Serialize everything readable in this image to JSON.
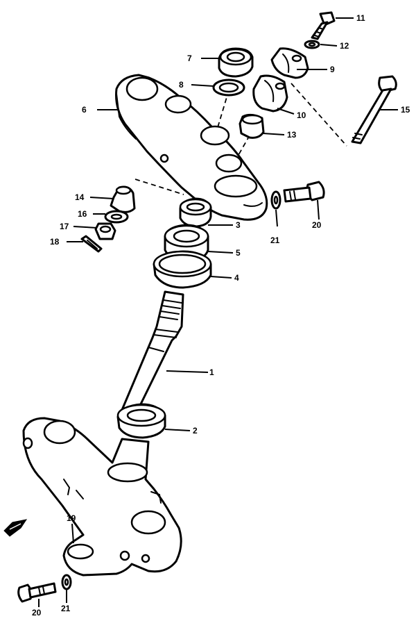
{
  "callouts": [
    {
      "id": "p1",
      "label": "1"
    },
    {
      "id": "p2",
      "label": "2"
    },
    {
      "id": "p3",
      "label": "3"
    },
    {
      "id": "p4",
      "label": "4"
    },
    {
      "id": "p5",
      "label": "5"
    },
    {
      "id": "p6",
      "label": "6"
    },
    {
      "id": "p7",
      "label": "7"
    },
    {
      "id": "p8",
      "label": "8"
    },
    {
      "id": "p9",
      "label": "9"
    },
    {
      "id": "p10",
      "label": "10"
    },
    {
      "id": "p11",
      "label": "11"
    },
    {
      "id": "p12",
      "label": "12"
    },
    {
      "id": "p13",
      "label": "13"
    },
    {
      "id": "p14",
      "label": "14"
    },
    {
      "id": "p15",
      "label": "15"
    },
    {
      "id": "p16",
      "label": "16"
    },
    {
      "id": "p17",
      "label": "17"
    },
    {
      "id": "p18",
      "label": "18"
    },
    {
      "id": "p19",
      "label": "19"
    },
    {
      "id": "p20a",
      "label": "20"
    },
    {
      "id": "p20b",
      "label": "20"
    },
    {
      "id": "p21a",
      "label": "21"
    },
    {
      "id": "p21b",
      "label": "21"
    }
  ]
}
